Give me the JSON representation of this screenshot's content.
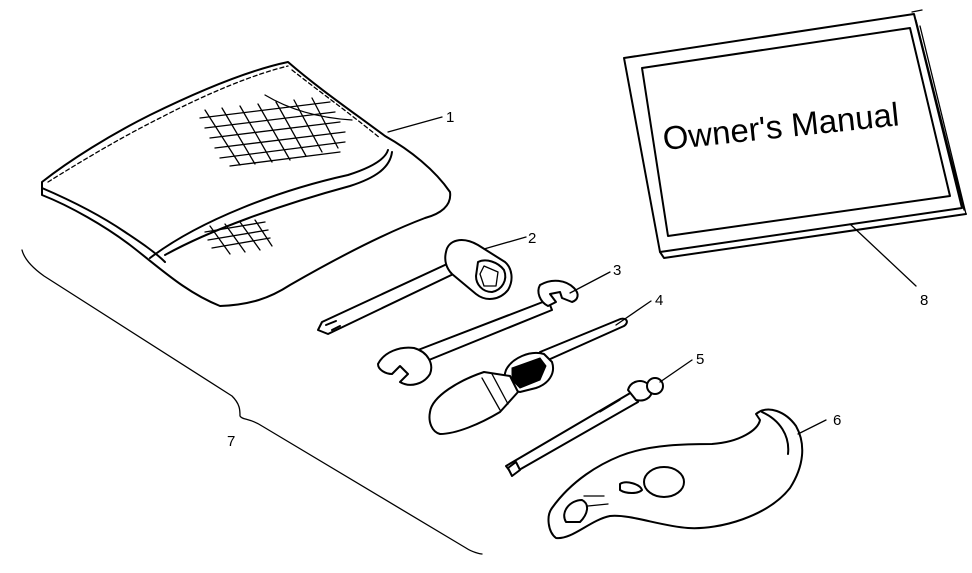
{
  "manual": {
    "cover_title": "Owner's Manual"
  },
  "callouts": [
    {
      "number": "1",
      "part": "tool-pouch"
    },
    {
      "number": "2",
      "part": "socket-wrench"
    },
    {
      "number": "3",
      "part": "open-end-wrench"
    },
    {
      "number": "4",
      "part": "screwdriver"
    },
    {
      "number": "5",
      "part": "spark-plug-tool"
    },
    {
      "number": "6",
      "part": "spanner-wrench"
    },
    {
      "number": "7",
      "part": "tool-kit-bracket"
    },
    {
      "number": "8",
      "part": "owners-manual"
    }
  ]
}
